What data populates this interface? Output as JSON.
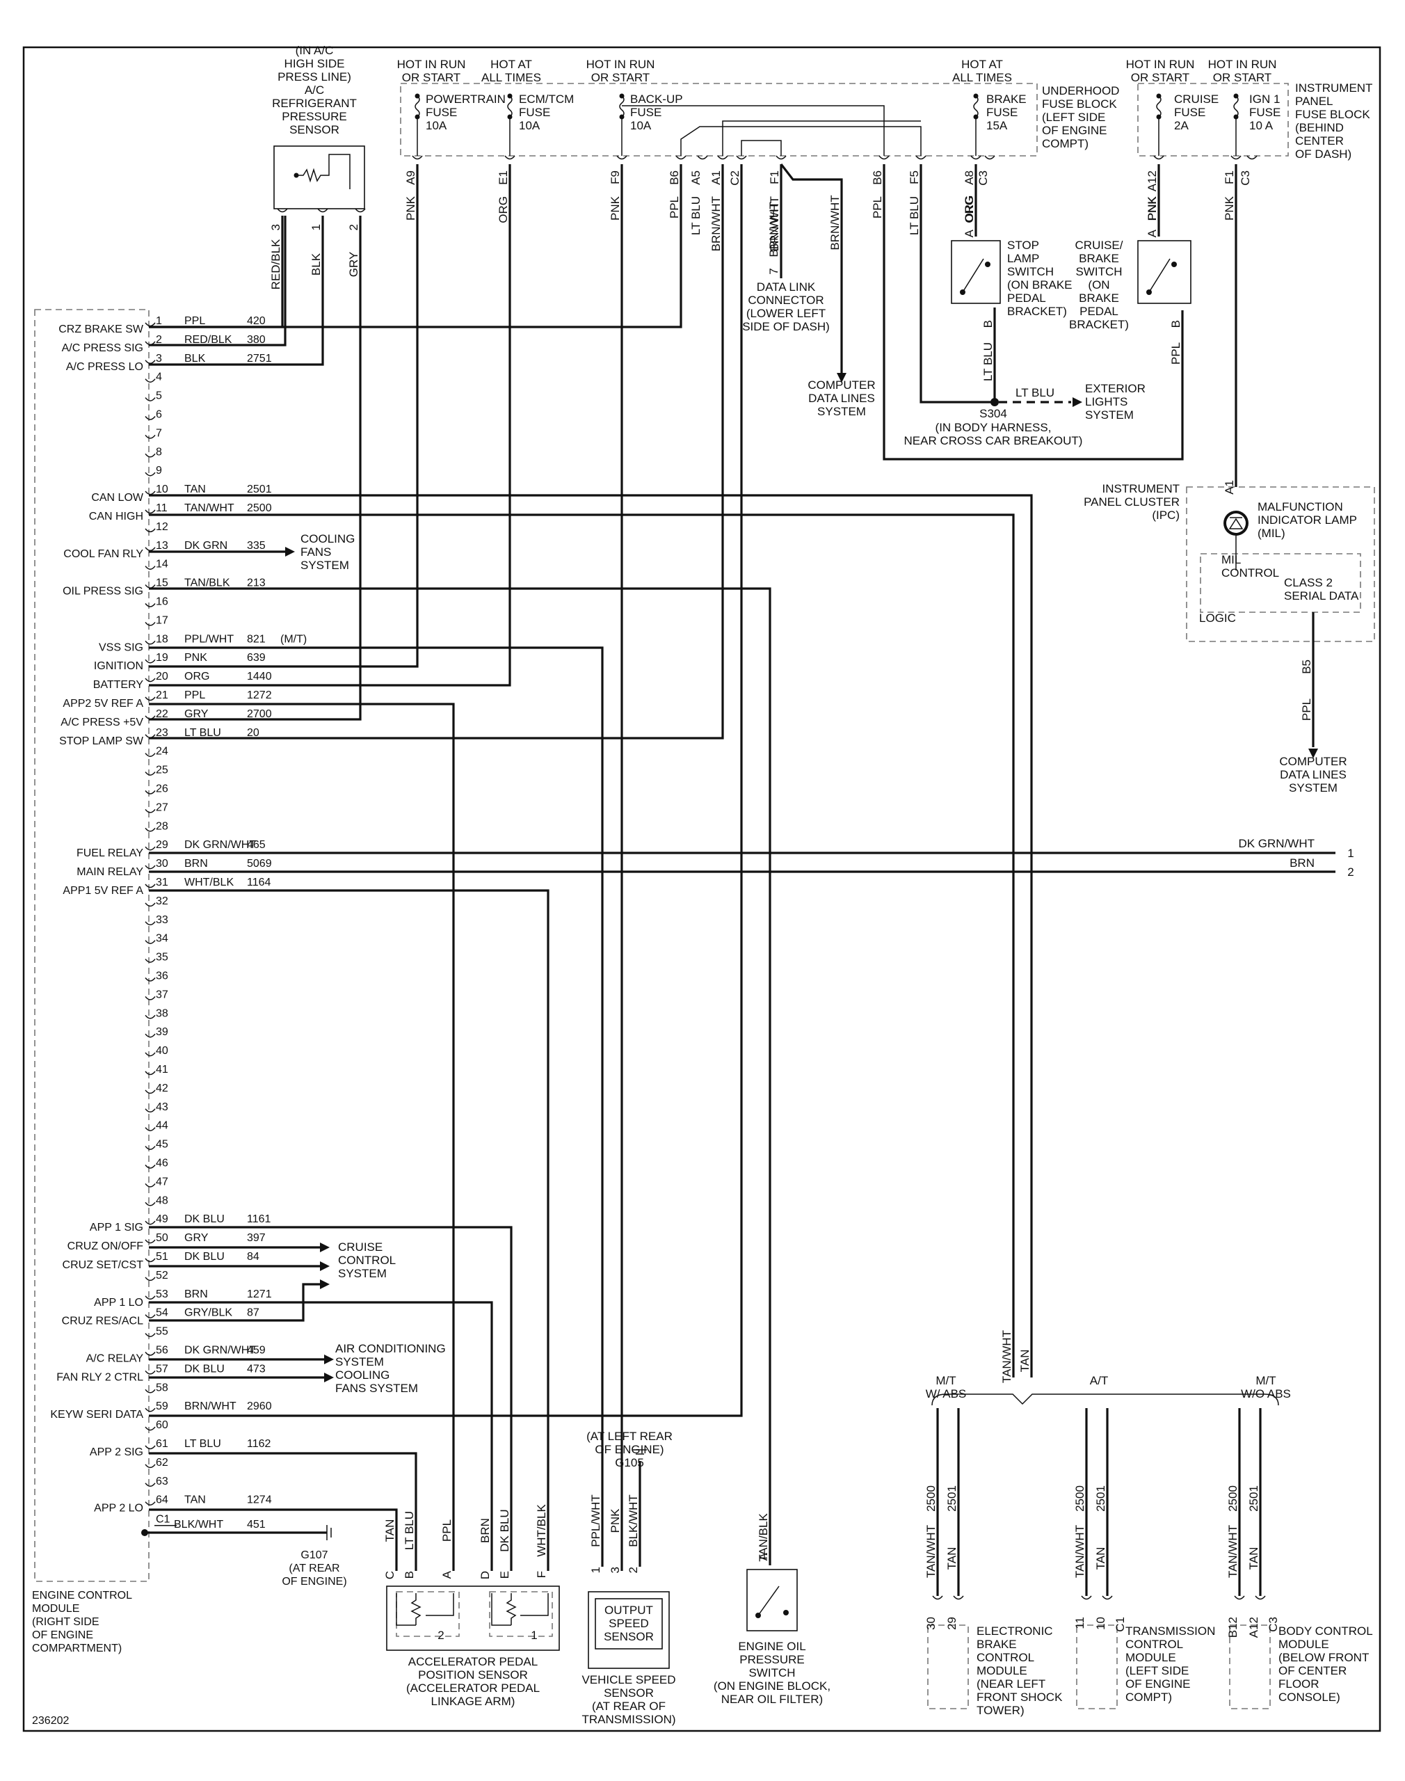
{
  "diagram_id": "236202",
  "ecm": {
    "name": [
      "ENGINE CONTROL",
      "MODULE",
      "(RIGHT SIDE",
      "OF ENGINE",
      "COMPARTMENT)"
    ],
    "connector": "C1",
    "ground": {
      "color": "BLK/WHT",
      "circuit": "451",
      "label": [
        "G107",
        "(AT REAR",
        "OF ENGINE)"
      ]
    },
    "pins": [
      {
        "pin": "1",
        "name": "CRZ BRAKE SW",
        "color": "PPL",
        "circuit": "420"
      },
      {
        "pin": "2",
        "name": "A/C PRESS SIG",
        "color": "RED/BLK",
        "circuit": "380"
      },
      {
        "pin": "3",
        "name": "A/C PRESS LO",
        "color": "BLK",
        "circuit": "2751"
      },
      {
        "pin": "4"
      },
      {
        "pin": "5"
      },
      {
        "pin": "6"
      },
      {
        "pin": "7"
      },
      {
        "pin": "8"
      },
      {
        "pin": "9"
      },
      {
        "pin": "10",
        "name": "CAN LOW",
        "color": "TAN",
        "circuit": "2501"
      },
      {
        "pin": "11",
        "name": "CAN HIGH",
        "color": "TAN/WHT",
        "circuit": "2500"
      },
      {
        "pin": "12"
      },
      {
        "pin": "13",
        "name": "COOL FAN RLY",
        "color": "DK GRN",
        "circuit": "335"
      },
      {
        "pin": "14"
      },
      {
        "pin": "15",
        "name": "OIL PRESS SIG",
        "color": "TAN/BLK",
        "circuit": "213"
      },
      {
        "pin": "16"
      },
      {
        "pin": "17"
      },
      {
        "pin": "18",
        "name": "VSS SIG",
        "color": "PPL/WHT",
        "circuit": "821",
        "note": "(M/T)"
      },
      {
        "pin": "19",
        "name": "IGNITION",
        "color": "PNK",
        "circuit": "639"
      },
      {
        "pin": "20",
        "name": "BATTERY",
        "color": "ORG",
        "circuit": "1440"
      },
      {
        "pin": "21",
        "name": "APP2 5V REF A",
        "color": "PPL",
        "circuit": "1272"
      },
      {
        "pin": "22",
        "name": "A/C PRESS +5V",
        "color": "GRY",
        "circuit": "2700"
      },
      {
        "pin": "23",
        "name": "STOP LAMP SW",
        "color": "LT BLU",
        "circuit": "20"
      },
      {
        "pin": "24"
      },
      {
        "pin": "25"
      },
      {
        "pin": "26"
      },
      {
        "pin": "27"
      },
      {
        "pin": "28"
      },
      {
        "pin": "29",
        "name": "FUEL RELAY",
        "color": "DK GRN/WHT",
        "circuit": "465"
      },
      {
        "pin": "30",
        "name": "MAIN RELAY",
        "color": "BRN",
        "circuit": "5069"
      },
      {
        "pin": "31",
        "name": "APP1 5V REF A",
        "color": "WHT/BLK",
        "circuit": "1164"
      },
      {
        "pin": "32"
      },
      {
        "pin": "33"
      },
      {
        "pin": "34"
      },
      {
        "pin": "35"
      },
      {
        "pin": "36"
      },
      {
        "pin": "37"
      },
      {
        "pin": "38"
      },
      {
        "pin": "39"
      },
      {
        "pin": "40"
      },
      {
        "pin": "41"
      },
      {
        "pin": "42"
      },
      {
        "pin": "43"
      },
      {
        "pin": "44"
      },
      {
        "pin": "45"
      },
      {
        "pin": "46"
      },
      {
        "pin": "47"
      },
      {
        "pin": "48"
      },
      {
        "pin": "49",
        "name": "APP 1 SIG",
        "color": "DK BLU",
        "circuit": "1161"
      },
      {
        "pin": "50",
        "name": "CRUZ ON/OFF",
        "color": "GRY",
        "circuit": "397"
      },
      {
        "pin": "51",
        "name": "CRUZ SET/CST",
        "color": "DK BLU",
        "circuit": "84"
      },
      {
        "pin": "52"
      },
      {
        "pin": "53",
        "name": "APP 1 LO",
        "color": "BRN",
        "circuit": "1271"
      },
      {
        "pin": "54",
        "name": "CRUZ RES/ACL",
        "color": "GRY/BLK",
        "circuit": "87"
      },
      {
        "pin": "55"
      },
      {
        "pin": "56",
        "name": "A/C RELAY",
        "color": "DK GRN/WHT",
        "circuit": "459"
      },
      {
        "pin": "57",
        "name": "FAN RLY 2 CTRL",
        "color": "DK BLU",
        "circuit": "473"
      },
      {
        "pin": "58"
      },
      {
        "pin": "59",
        "name": "KEYW SERI DATA",
        "color": "BRN/WHT",
        "circuit": "2960"
      },
      {
        "pin": "60"
      },
      {
        "pin": "61",
        "name": "APP 2 SIG",
        "color": "LT BLU",
        "circuit": "1162"
      },
      {
        "pin": "62"
      },
      {
        "pin": "63"
      },
      {
        "pin": "64",
        "name": "APP 2 LO",
        "color": "TAN",
        "circuit": "1274"
      }
    ]
  },
  "fuse_headers": {
    "hot_run_start": [
      "HOT IN RUN",
      "OR START"
    ],
    "hot_all_times": [
      "HOT AT",
      "ALL TIMES"
    ]
  },
  "underhood_fuse_block": {
    "label": [
      "UNDERHOOD",
      "FUSE BLOCK",
      "(LEFT SIDE",
      "OF ENGINE",
      "COMPT)"
    ],
    "fuses": [
      {
        "name": [
          "POWERTRAIN",
          "FUSE",
          "10A"
        ]
      },
      {
        "name": [
          "ECM/TCM",
          "FUSE",
          "10A"
        ]
      },
      {
        "name": [
          "BACK-UP",
          "FUSE",
          "10A"
        ]
      },
      {
        "name": [
          "BRAKE",
          "FUSE",
          "15A"
        ]
      }
    ],
    "terminals": [
      {
        "id": "A9",
        "color": "PNK"
      },
      {
        "id": "E1",
        "color": "ORG"
      },
      {
        "id": "F9",
        "color": "PNK"
      },
      {
        "id": "B6",
        "color": "PPL"
      },
      {
        "id": "A5",
        "color": "LT BLU"
      },
      {
        "id": "A1",
        "color": "BRN/WHT"
      },
      {
        "id": "C2",
        "color": ""
      },
      {
        "id": "F1",
        "color": "BRN/WHT"
      },
      {
        "id": "B6",
        "color": "PPL"
      },
      {
        "id": "F5",
        "color": "LT BLU"
      },
      {
        "id": "A8",
        "color": "ORG"
      },
      {
        "id": "C3",
        "color": ""
      }
    ]
  },
  "ip_fuse_block": {
    "label": [
      "INSTRUMENT",
      "PANEL",
      "FUSE BLOCK",
      "(BEHIND",
      "CENTER",
      "OF DASH)"
    ],
    "fuses": [
      {
        "name": [
          "CRUISE",
          "FUSE",
          "2A"
        ]
      },
      {
        "name": [
          "IGN 1",
          "FUSE",
          "10 A"
        ]
      }
    ],
    "terminals": [
      {
        "id": "A12",
        "color": "PNK"
      },
      {
        "id": "F1",
        "color": "PNK"
      },
      {
        "id": "C3",
        "color": ""
      }
    ]
  },
  "ac_sensor": {
    "label": [
      "(IN A/C",
      "HIGH SIDE",
      "PRESS LINE)",
      "A/C",
      "REFRIGERANT",
      "PRESSURE",
      "SENSOR"
    ],
    "pins": [
      {
        "pin": "3",
        "color": "RED/BLK"
      },
      {
        "pin": "1",
        "color": "BLK"
      },
      {
        "pin": "2",
        "color": "GRY"
      }
    ]
  },
  "data_link": {
    "pin": "7",
    "color": "BRN/WHT",
    "label": [
      "DATA LINK",
      "CONNECTOR",
      "(LOWER LEFT",
      "SIDE OF DASH)"
    ]
  },
  "computer_data_lines": [
    "COMPUTER",
    "DATA LINES",
    "SYSTEM"
  ],
  "stop_lamp_switch": {
    "label": [
      "STOP",
      "LAMP",
      "SWITCH",
      "(ON BRAKE",
      "PEDAL",
      "BRACKET)"
    ],
    "pin_a": "A",
    "pin_b": "B",
    "color_a": "ORG",
    "color_b": "LT BLU"
  },
  "cruise_brake_switch": {
    "label": [
      "CRUISE/",
      "BRAKE",
      "SWITCH",
      "(ON",
      "BRAKE",
      "PEDAL",
      "BRACKET)"
    ],
    "pin_a": "A",
    "pin_b": "B",
    "color_a": "PNK",
    "color_b": "PPL"
  },
  "splice": {
    "id": "S304",
    "color": "LT BLU",
    "label": [
      "(IN BODY HARNESS,",
      "NEAR CROSS CAR BREAKOUT)"
    ],
    "dest": [
      "EXTERIOR",
      "LIGHTS",
      "SYSTEM"
    ]
  },
  "ipc": {
    "label": [
      "INSTRUMENT",
      "PANEL CLUSTER",
      "(IPC)"
    ],
    "terminal_in": "A1",
    "terminal_out": "B5",
    "lamp": [
      "MALFUNCTION",
      "INDICATOR LAMP",
      "(MIL)"
    ],
    "mil_control": [
      "MIL",
      "CONTROL"
    ],
    "serial": [
      "CLASS 2",
      "SERIAL DATA"
    ],
    "logic": "LOGIC",
    "out_color": "PPL"
  },
  "ipc_out_dest": [
    "COMPUTER",
    "DATA LINES",
    "SYSTEM"
  ],
  "right_terminals": [
    {
      "pin": "1",
      "color": "DK GRN/WHT"
    },
    {
      "pin": "2",
      "color": "BRN"
    }
  ],
  "cooling_fans": [
    "COOLING",
    "FANS",
    "SYSTEM"
  ],
  "cruise_control": [
    "CRUISE",
    "CONTROL",
    "SYSTEM"
  ],
  "air_conditioning": [
    "AIR CONDITIONING",
    "SYSTEM"
  ],
  "cooling_fans_2": [
    "COOLING",
    "FANS SYSTEM"
  ],
  "can_bus": {
    "colors": [
      "TAN/WHT",
      "TAN"
    ],
    "variants": [
      {
        "label": [
          "M/T",
          "W/ ABS"
        ]
      },
      {
        "label": [
          "A/T"
        ]
      },
      {
        "label": [
          "M/T",
          "W/O ABS"
        ]
      }
    ],
    "modules": [
      {
        "name": [
          "ELECTRONIC",
          "BRAKE",
          "CONTROL",
          "MODULE",
          "(NEAR LEFT",
          "FRONT SHOCK",
          "TOWER)"
        ],
        "pins": [
          "30",
          "29"
        ],
        "connector": "",
        "circuits": [
          "2500",
          "2501"
        ],
        "colors": [
          "TAN/WHT",
          "TAN"
        ]
      },
      {
        "name": [
          "TRANSMISSION",
          "CONTROL",
          "MODULE",
          "(LEFT SIDE",
          "OF ENGINE",
          "COMPT)"
        ],
        "pins": [
          "11",
          "10"
        ],
        "connector": "C1",
        "circuits": [
          "2500",
          "2501"
        ],
        "colors": [
          "TAN/WHT",
          "TAN"
        ]
      },
      {
        "name": [
          "BODY CONTROL",
          "MODULE",
          "(BELOW FRONT",
          "OF CENTER",
          "FLOOR",
          "CONSOLE)"
        ],
        "pins": [
          "B12",
          "A12"
        ],
        "connector": "C3",
        "circuits": [
          "2500",
          "2501"
        ],
        "colors": [
          "TAN/WHT",
          "TAN"
        ]
      }
    ]
  },
  "app_sensor": {
    "label": [
      "ACCELERATOR PEDAL",
      "POSITION SENSOR",
      "(ACCELERATOR PEDAL",
      "LINKAGE ARM)"
    ],
    "pins": [
      {
        "pin": "C",
        "color": "TAN"
      },
      {
        "pin": "B",
        "color": "LT BLU"
      },
      {
        "pin": "A",
        "color": "PPL"
      },
      {
        "pin": "D",
        "color": "BRN"
      },
      {
        "pin": "E",
        "color": "DK BLU"
      },
      {
        "pin": "F",
        "color": "WHT/BLK"
      }
    ],
    "sensor_nums": [
      "2",
      "1"
    ]
  },
  "vss": {
    "label": [
      "VEHICLE SPEED",
      "SENSOR",
      "(AT REAR OF",
      "TRANSMISSION)"
    ],
    "inner": [
      "OUTPUT",
      "SPEED",
      "SENSOR"
    ],
    "pins": [
      {
        "pin": "1",
        "color": "PPL/WHT"
      },
      {
        "pin": "3",
        "color": "PNK"
      },
      {
        "pin": "2",
        "color": "BLK/WHT"
      }
    ],
    "ground": [
      "(AT LEFT REAR",
      "OF ENGINE)",
      "G105"
    ]
  },
  "oil_switch": {
    "pin": "A",
    "color": "TAN/BLK",
    "label": [
      "ENGINE OIL",
      "PRESSURE",
      "SWITCH",
      "(ON ENGINE BLOCK,",
      "NEAR OIL FILTER)"
    ]
  }
}
